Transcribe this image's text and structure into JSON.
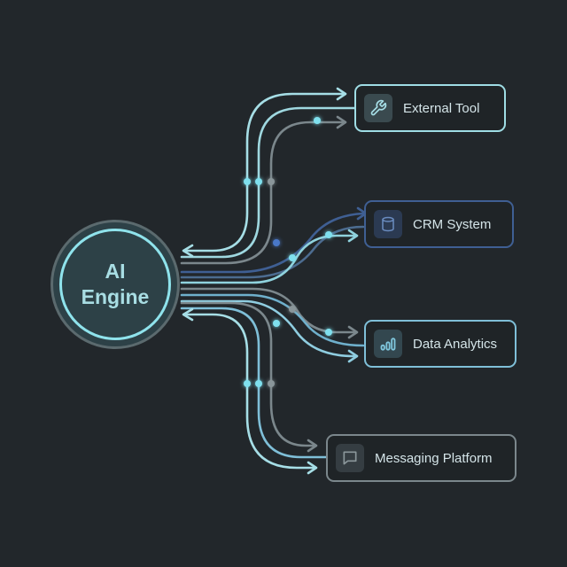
{
  "engine": {
    "line1": "AI",
    "line2": "Engine"
  },
  "nodes": [
    {
      "label": "External Tool",
      "icon": "wrench-icon",
      "border": "#9fdde5"
    },
    {
      "label": "CRM System",
      "icon": "database-icon",
      "border": "#3f5f93"
    },
    {
      "label": "Data Analytics",
      "icon": "bar-chart-icon",
      "border": "#7fbfd8"
    },
    {
      "label": "Messaging Platform",
      "icon": "message-icon",
      "border": "#7b878c"
    }
  ],
  "colors": {
    "background": "#22272b",
    "cyan": "#9fdde5",
    "blue": "#3f5f93",
    "sky": "#7fbfd8",
    "gray": "#7b878c"
  }
}
